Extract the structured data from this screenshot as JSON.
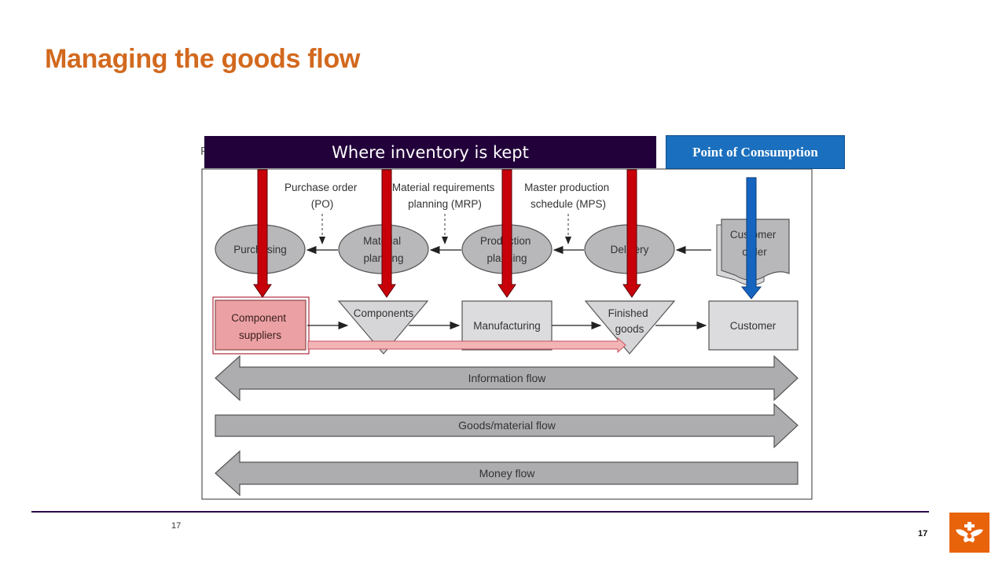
{
  "slide": {
    "title": "Managing the goods flow",
    "page_number_left": "17",
    "page_number_right": "17"
  },
  "overlay": {
    "inventory_banner": "Where inventory is kept",
    "consumption_label": "Point of Consumption"
  },
  "figure": {
    "partial_label": "F",
    "plans": {
      "purchase_order": [
        "Purchase order",
        "(PO)"
      ],
      "mrp": [
        "Material requirements",
        "planning (MRP)"
      ],
      "mps": [
        "Master production",
        "schedule (MPS)"
      ]
    },
    "ellipses": {
      "purchasing": [
        "Purchasing"
      ],
      "material_planning": [
        "Material",
        "planning"
      ],
      "production_planning": [
        "Production",
        "planning"
      ],
      "delivery": [
        "Delivery"
      ]
    },
    "customer_order": [
      "Customer",
      "order"
    ],
    "stages": {
      "component_suppliers": [
        "Component",
        "suppliers"
      ],
      "components": [
        "Components"
      ],
      "manufacturing": [
        "Manufacturing"
      ],
      "finished_goods": [
        "Finished",
        "goods"
      ],
      "customer": [
        "Customer"
      ]
    },
    "flows": {
      "information": "Information flow",
      "goods": "Goods/material flow",
      "money": "Money flow"
    }
  },
  "colors": {
    "title": "#d2691e",
    "banner": "#22003a",
    "point_of_consumption": "#1a6fbe",
    "inventory_arrow": "#c8000a",
    "consumption_arrow": "#1565c0",
    "highlight": "#f0a0a4",
    "logo": "#e8630a"
  }
}
